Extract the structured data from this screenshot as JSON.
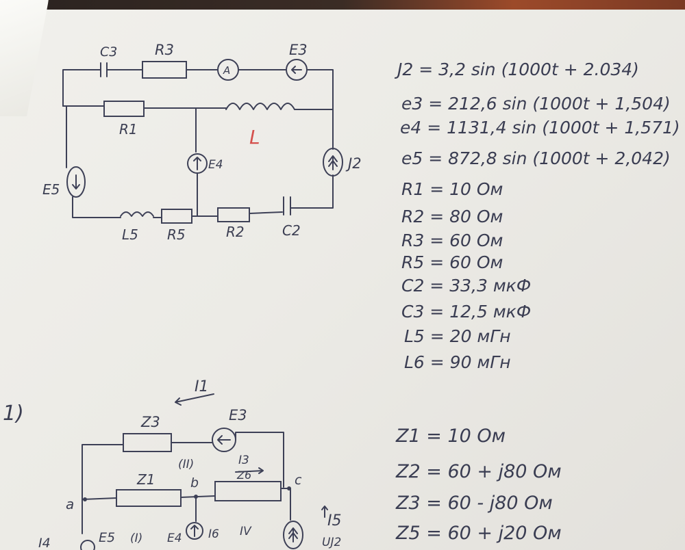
{
  "circuit1": {
    "labels": {
      "c3": "C3",
      "r3": "R3",
      "ammeter": "A",
      "e3": "E3",
      "r1": "R1",
      "l": "L",
      "e4": "E4",
      "j2": "J2",
      "e5": "E5",
      "l5": "L5",
      "r5": "R5",
      "r2": "R2",
      "c2": "C2"
    }
  },
  "equations": [
    "J2 = 3,2 sin (1000t + 2.034)",
    "e3 = 212,6 sin (1000t + 1,504)",
    "e4 = 1131,4 sin (1000t + 1,571)",
    "e5 = 872,8 sin (1000t + 2,042)",
    "R1 = 10 Ом",
    "R2 = 80 Ом",
    "R3 = 60 Ом",
    "R5 = 60 Ом",
    "C2 = 33,3 мкФ",
    "C3 = 12,5 мкФ",
    "L5 = 20 мГн",
    "L6 = 90 мГн"
  ],
  "step_number": "1)",
  "circuit2": {
    "labels": {
      "i1": "I1",
      "z3": "Z3",
      "e3": "E3",
      "loop2": "(II)",
      "z1": "Z1",
      "i3": "I3",
      "z6": "Z6",
      "node_a": "a",
      "node_b": "b",
      "node_c": "c",
      "i4": "I4",
      "e5": "E5",
      "loop1": "(I)",
      "e4": "E4",
      "i6": "I6",
      "loop4": "IV",
      "i5": "I5",
      "uj": "UJ2"
    }
  },
  "impedances": [
    "Z1 = 10 Ом",
    "Z2 = 60 + j80 Ом",
    "Z3 = 60 - j80 Ом",
    "Z5 = 60 + j20 Ом"
  ]
}
